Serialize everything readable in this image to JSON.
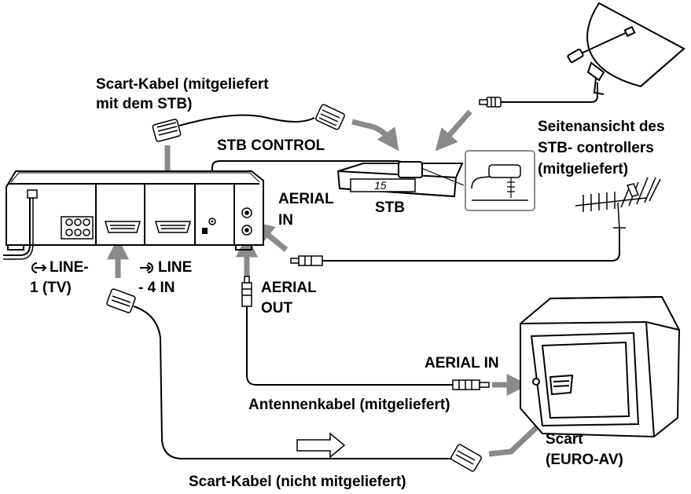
{
  "labels": {
    "scart_stb_line1": "Scart-Kabel (mitgeliefert",
    "scart_stb_line2": "mit dem STB)",
    "stb_control": "STB CONTROL",
    "side_view_line1": "Seitenansicht des",
    "side_view_line2": "STB- controllers",
    "side_view_line3": "(mitgeliefert)",
    "aerial_in_line1": "AERIAL",
    "aerial_in_line2": "IN",
    "stb": "STB",
    "stb_display": "15",
    "line1_line1": "LINE-",
    "line1_line2": "1 (TV)",
    "line4_line1": "LINE",
    "line4_line2": "- 4 IN",
    "aerial_out_line1": "AERIAL",
    "aerial_out_line2": "OUT",
    "tv_aerial_in": "AERIAL IN",
    "antenna_cable": "Antennenkabel (mitgeliefert)",
    "scart_line1": "Scart",
    "scart_line2": "(EURO-AV)",
    "scart_not_supplied": "Scart-Kabel (nicht mitgeliefert)"
  },
  "icons": {
    "line1_connector": "line-out-icon",
    "line4_connector": "line-in-icon"
  },
  "colors": {
    "line": "#000000",
    "arrow": "#8a8a8a",
    "background": "#ffffff"
  }
}
